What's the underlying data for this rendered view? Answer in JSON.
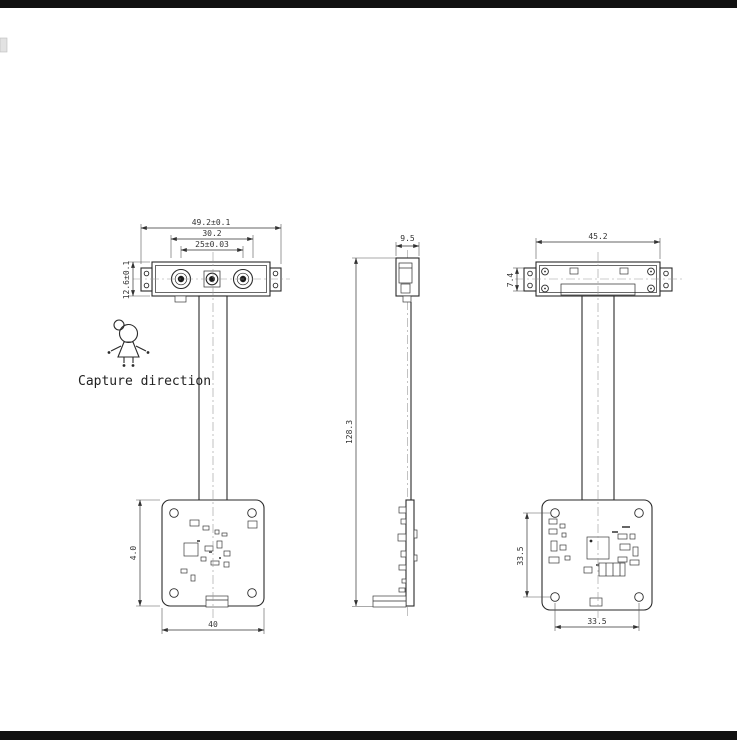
{
  "page": {
    "background": "#ffffff",
    "border_bar_color": "#111111"
  },
  "drawing": {
    "capture_label": "Capture direction",
    "front_view": {
      "dim_top_outer": "49.2±0.1",
      "dim_top_mid": "30.2",
      "dim_top_inner": "25±0.03",
      "dim_left_height": "12.6±0.1",
      "dim_pcb_width": "40",
      "dim_pcb_height": "4.0"
    },
    "side_view": {
      "dim_top_width": "9.5",
      "dim_total_height": "128.3"
    },
    "rear_view": {
      "dim_top_width": "45.2",
      "dim_head_height": "7.4",
      "dim_pcb_height": "33.5",
      "dim_pcb_width": "33.5"
    }
  }
}
